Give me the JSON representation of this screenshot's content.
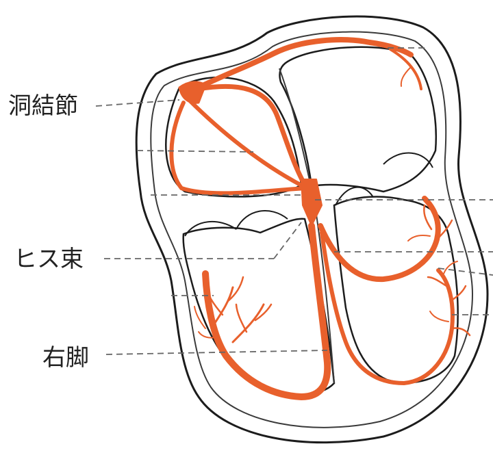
{
  "labels": {
    "sa_node": "洞結節",
    "his_bundle": "ヒス束",
    "right_bundle_branch": "右脚"
  },
  "colors": {
    "conduction": "#e8602c",
    "outline": "#1c1c1c",
    "leader": "#666666"
  }
}
